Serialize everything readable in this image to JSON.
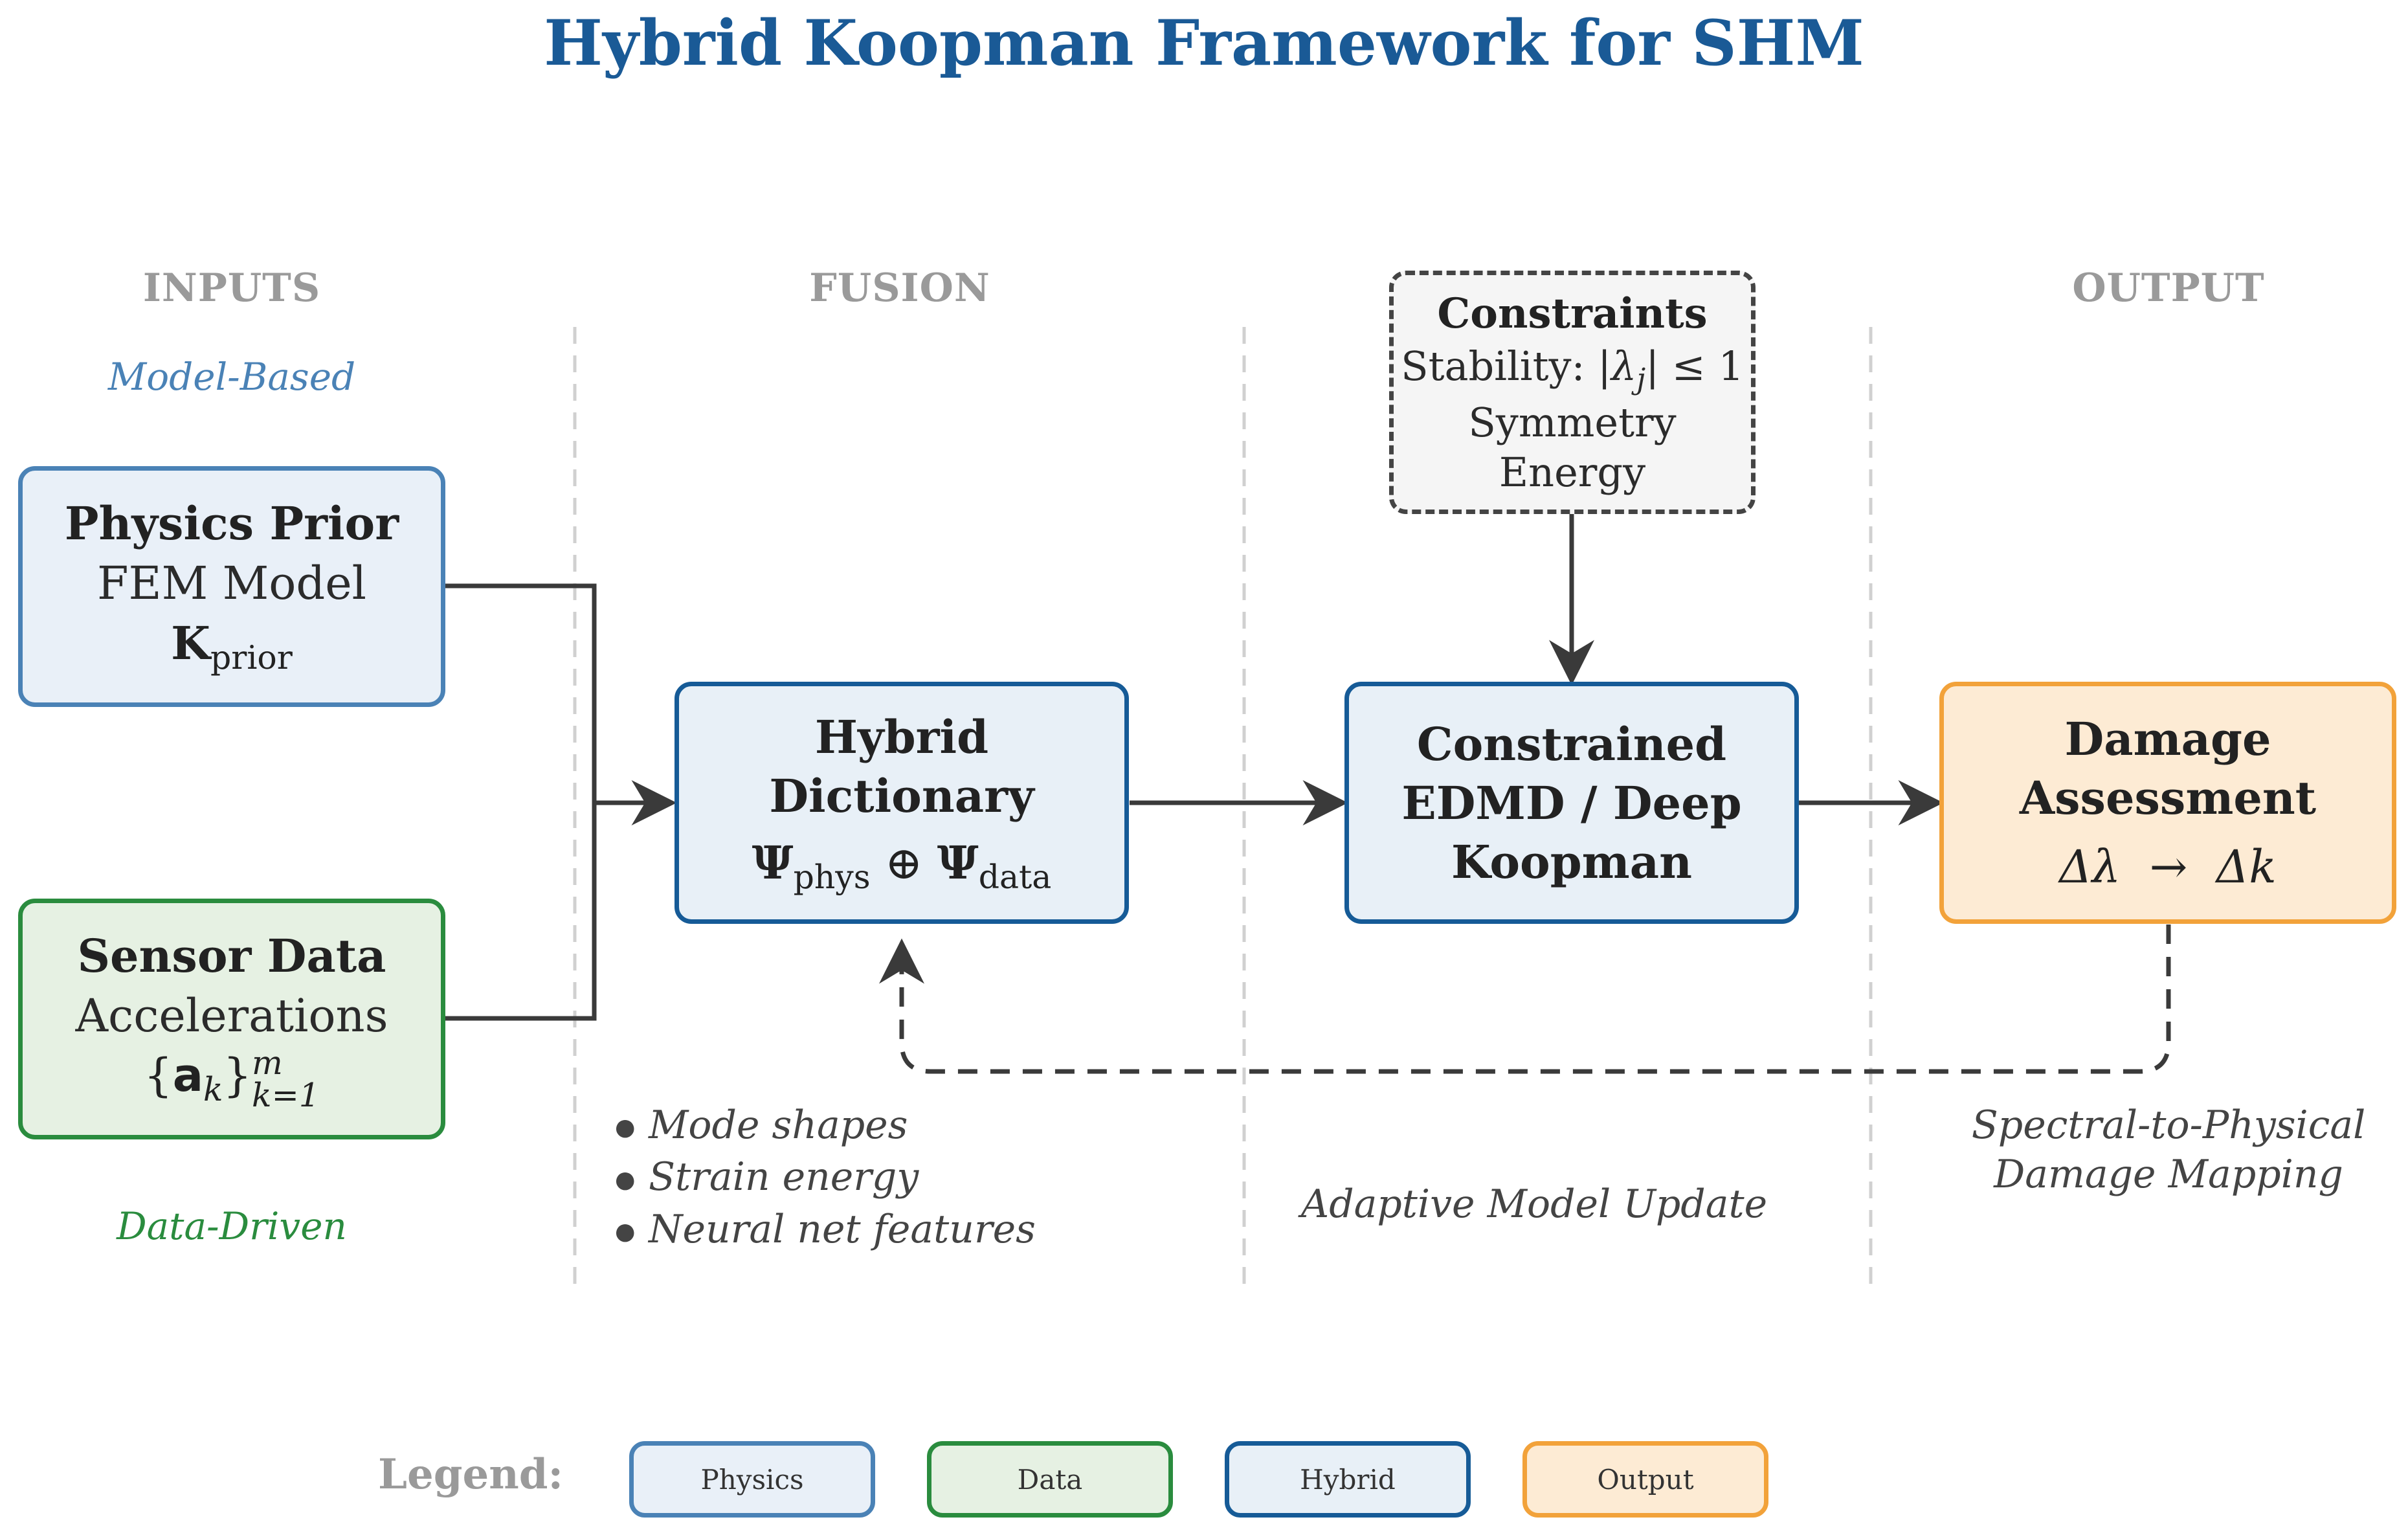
{
  "title": "Hybrid Koopman Framework for SHM",
  "columns": {
    "inputs": "INPUTS",
    "fusion": "FUSION",
    "output": "OUTPUT"
  },
  "labels": {
    "model_based": "Model-Based",
    "data_driven": "Data-Driven"
  },
  "physics_prior": {
    "title": "Physics Prior",
    "line": "FEM Model",
    "math_base": "K",
    "math_sub": "prior"
  },
  "sensor_data": {
    "title": "Sensor Data",
    "line": "Accelerations",
    "math_open": "{",
    "math_var": "a",
    "math_var_sub": "k",
    "math_close": "}",
    "math_sup": "m",
    "math_sub": "k=1"
  },
  "hybrid_dictionary": {
    "title_line1": "Hybrid",
    "title_line2": "Dictionary",
    "psi": "Ψ",
    "sub_phys": "phys",
    "oplus": " ⊕ ",
    "sub_data": "data"
  },
  "constraints": {
    "title": "Constraints",
    "stability_label": "Stability:",
    "stability_math": "|λ",
    "stability_sub": "j",
    "stability_rest": "| ≤ 1",
    "line2": "Symmetry",
    "line3": "Energy"
  },
  "edmd": {
    "line1": "Constrained",
    "line2": "EDMD / Deep",
    "line3": "Koopman"
  },
  "damage": {
    "title_line1": "Damage",
    "title_line2": "Assessment",
    "math": "Δλ  →  Δk"
  },
  "fusion_bullets": [
    "Mode shapes",
    "Strain energy",
    "Neural net features"
  ],
  "adaptive_update": "Adaptive Model Update",
  "mapping": {
    "line1": "Spectral-to-Physical",
    "line2": "Damage Mapping"
  },
  "legend": {
    "label": "Legend:",
    "items": [
      "Physics",
      "Data",
      "Hybrid",
      "Output"
    ]
  },
  "colors": {
    "title": "#1a5a96",
    "physics": "#4a82b6",
    "data": "#2a8c3e",
    "hybrid": "#165b97",
    "output": "#f2a23a"
  }
}
